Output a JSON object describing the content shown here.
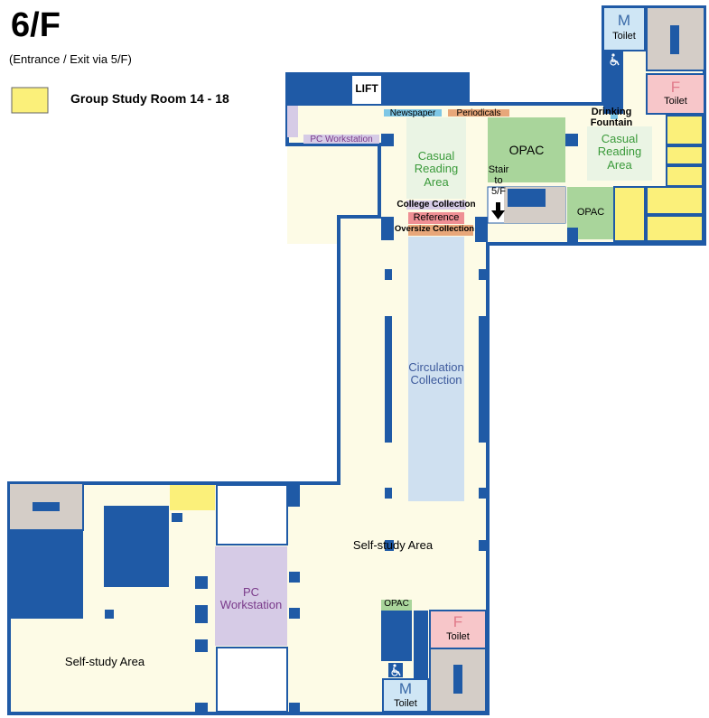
{
  "header": {
    "floor_title": "6/F",
    "subtitle": "(Entrance / Exit via 5/F)"
  },
  "legend": {
    "label": "Group Study Room 14 - 18",
    "color": "#fbf07a"
  },
  "colors": {
    "wall": "#1f5aa6",
    "floor": "#fdfbe6",
    "study_room": "#fbf07a",
    "opac": "#a9d59b",
    "circulation": "#cfe0f0",
    "pc": "#d6cbe6",
    "toilet_m": "#cfe6f5",
    "toilet_f": "#f7c6c9",
    "stair": "#d4cdc7",
    "reference": "#ef8f94",
    "oversize": "#e8a77a",
    "newspaper": "#7ec7e6",
    "periodicals": "#e8a77a"
  },
  "labels": {
    "lift": "LIFT",
    "newspaper": "Newspaper",
    "periodicals": "Periodicals",
    "drinking_fountain": "Drinking\nFountain",
    "pc_workstation_top": "PC Workstation",
    "casual_reading_1": "Casual\nReading\nArea",
    "casual_reading_2": "Casual\nReading\nArea",
    "opac_main": "OPAC",
    "opac_small": "OPAC",
    "opac_bottom": "OPAC",
    "stair": "Stair\nto\n5/F",
    "college_collection": "College Collection",
    "reference": "Reference",
    "oversize_collection": "Oversize Collection",
    "circulation_collection": "Circulation\nCollection",
    "self_study_center": "Self-study Area",
    "self_study_left": "Self-study Area",
    "pc_workstation_bottom": "PC\nWorkstation",
    "toilet_m_top_letter": "M",
    "toilet_m_top": "Toilet",
    "toilet_f_top_letter": "F",
    "toilet_f_top": "Toilet",
    "toilet_f_bottom_letter": "F",
    "toilet_f_bottom": "Toilet",
    "toilet_m_bottom_letter": "M",
    "toilet_m_bottom": "Toilet"
  },
  "icons": {
    "wheelchair": "wheelchair-icon",
    "stair_arrow": "down-arrow-icon"
  }
}
